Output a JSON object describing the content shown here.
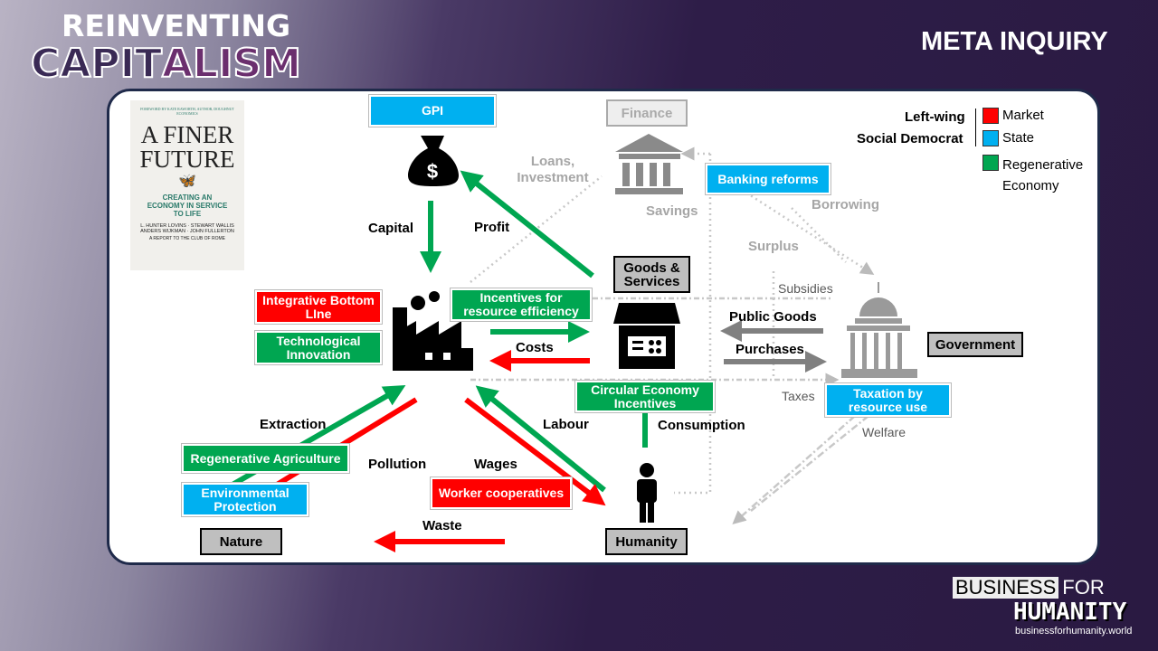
{
  "header": {
    "title_line1": "REINVENTING",
    "title_line2a": "CAPIT",
    "title_line2b": "ALISM",
    "section": "META INQUIRY"
  },
  "book": {
    "foreword": "FOREWORD BY KATE RAWORTH, AUTHOR, DOUGHNUT ECONOMICS",
    "title1": "A FINER",
    "title2": "FUTURE",
    "subtitle": "CREATING AN ECONOMY IN SERVICE TO LIFE",
    "authors": "L. HUNTER LOVINS · STEWART WALLIS ANDERS WIJKMAN · JOHN FULLERTON",
    "report": "A REPORT TO THE CLUB OF ROME"
  },
  "legend": {
    "left_wing": "Left-wing",
    "social_democrat": "Social Democrat",
    "items": [
      {
        "label": "Market",
        "color": "#ff0000"
      },
      {
        "label": "State",
        "color": "#00b0f0"
      },
      {
        "label": "Regenerative Economy",
        "color": "#00a651"
      }
    ]
  },
  "nodes": {
    "finance": "Finance",
    "goods_services": "Goods & Services",
    "government": "Government",
    "nature": "Nature",
    "humanity": "Humanity"
  },
  "policies": {
    "gpi": "GPI",
    "banking_reforms": "Banking reforms",
    "integrative_bottom_line": "Integrative Bottom LIne",
    "technological_innovation": "Technological Innovation",
    "incentives_resource_efficiency": "Incentives for resource efficiency",
    "circular_economy_incentives": "Circular Economy Incentives",
    "taxation_resource_use": "Taxation by resource use",
    "regenerative_agriculture": "Regenerative Agriculture",
    "environmental_protection": "Environmental Protection",
    "worker_cooperatives": "Worker cooperatives"
  },
  "flows": {
    "capital": "Capital",
    "profit": "Profit",
    "loans_investment": "Loans, Investment",
    "savings": "Savings",
    "borrowing": "Borrowing",
    "surplus": "Surplus",
    "subsidies": "Subsidies",
    "public_goods": "Public Goods",
    "purchases": "Purchases",
    "costs": "Costs",
    "taxes": "Taxes",
    "welfare": "Welfare",
    "consumption": "Consumption",
    "labour": "Labour",
    "extraction": "Extraction",
    "pollution": "Pollution",
    "wages": "Wages",
    "waste": "Waste"
  },
  "footer": {
    "logo_business": "BUSINESS",
    "logo_for": "FOR",
    "logo_humanity": "HUMANITY",
    "url": "businessforhumanity.world"
  }
}
